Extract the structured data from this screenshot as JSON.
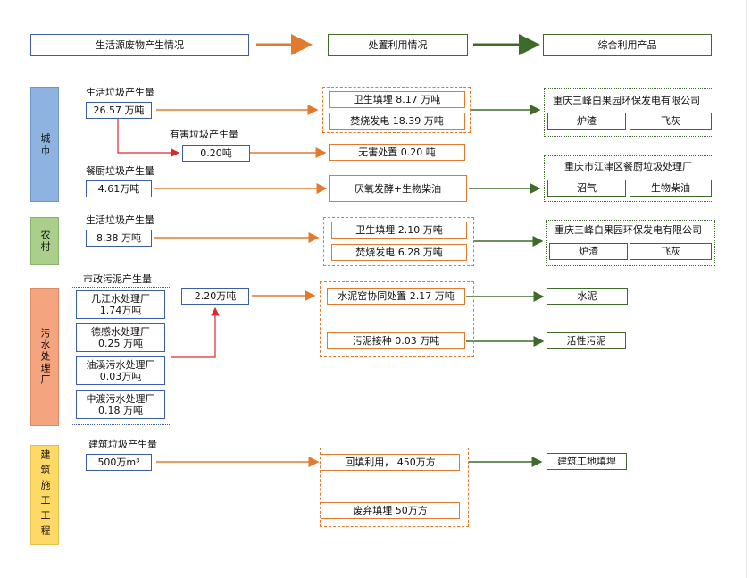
{
  "header": {
    "source_label": "生活源废物产生情况",
    "disposal_label": "处置利用情况",
    "product_label": "综合利用产品"
  },
  "categories": {
    "city": "城市",
    "rural": "农村",
    "sewage": "污水处理厂",
    "construction": "建筑施工工程"
  },
  "city": {
    "household_title": "生活垃圾产生量",
    "household_value": "26.57 万吨",
    "landfill": "卫生填埋  8.17 万吨",
    "incineration": "焚烧发电  18.39 万吨",
    "plant1_name": "重庆三峰白果园环保发电有限公司",
    "plant1_prod_a": "炉渣",
    "plant1_prod_b": "飞灰",
    "hazardous_title": "有害垃圾产生量",
    "hazardous_value": "0.20吨",
    "harmless": "无害处置 0.20 吨",
    "kitchen_title": "餐厨垃圾产生量",
    "kitchen_value": "4.61万吨",
    "anaerobic": "厌氧发酵+生物柴油",
    "plant2_name": "重庆市江津区餐厨垃圾处理厂",
    "plant2_prod_a": "沼气",
    "plant2_prod_b": "生物柴油"
  },
  "rural": {
    "household_title": "生活垃圾产生量",
    "household_value": "8.38 万吨",
    "landfill": "卫生填埋  2.10 万吨",
    "incineration": "焚烧发电  6.28 万吨",
    "plant_name": "重庆三峰白果园环保发电有限公司",
    "prod_a": "炉渣",
    "prod_b": "飞灰"
  },
  "sewage": {
    "sludge_title": "市政污泥产生量",
    "plants": [
      {
        "name": "几江水处理厂",
        "value": "1.74万吨"
      },
      {
        "name": "德感水处理厂",
        "value": "0.25 万吨"
      },
      {
        "name": "油溪污水处理厂",
        "value": "0.03万吨"
      },
      {
        "name": "中渡污水处理厂",
        "value": "0.18 万吨"
      }
    ],
    "total": "2.20万吨",
    "cement_kiln": "水泥窑协同处置   2.17 万吨",
    "inoculation": "污泥接种  0.03 万吨",
    "prod_cement": "水泥",
    "prod_sludge": "活性污泥"
  },
  "construction": {
    "title": "建筑垃圾产生量",
    "value": "500万m³",
    "backfill": "回填利用，  450万方",
    "landfill": "废弃填埋   50万方",
    "prod_site": "建筑工地填埋"
  },
  "colors": {
    "blue_border": "#3a5ea8",
    "orange": "#e07a2e",
    "green": "#3e6b2a",
    "red": "#d92b2b",
    "city_fill": "#8fb3e0",
    "rural_fill": "#a9cf8a",
    "sewage_fill": "#f4a580",
    "construction_fill": "#ffd966"
  }
}
